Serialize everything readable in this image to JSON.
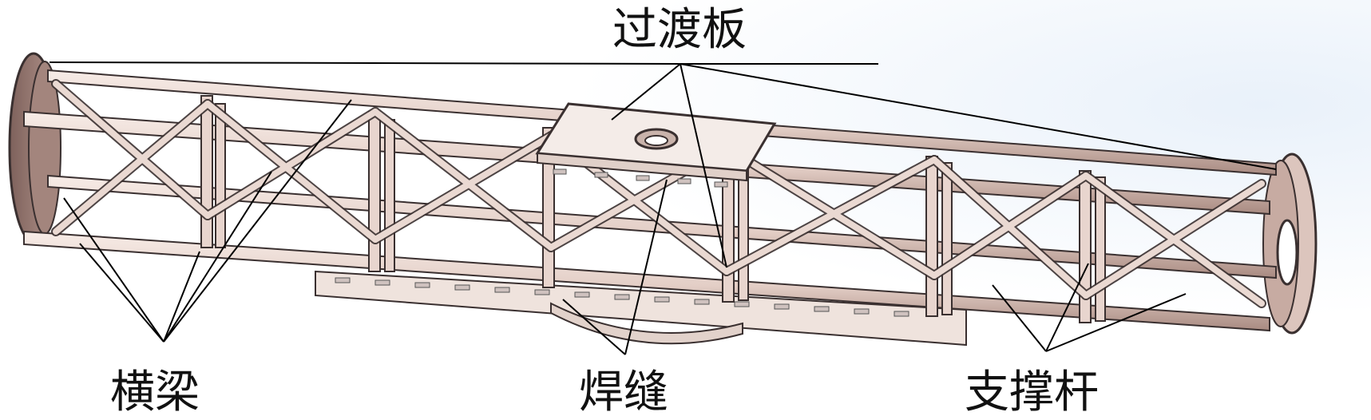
{
  "labels": {
    "top": "过渡板",
    "left": "横梁",
    "middle": "焊缝",
    "right": "支撑杆"
  },
  "colors": {
    "steel": "#e7d5ce",
    "steel_dark": "#b89c93",
    "plate": "#f3ebe6",
    "end_disk": "#9f8079",
    "outline": "#3a3030",
    "leader": "#000000"
  }
}
